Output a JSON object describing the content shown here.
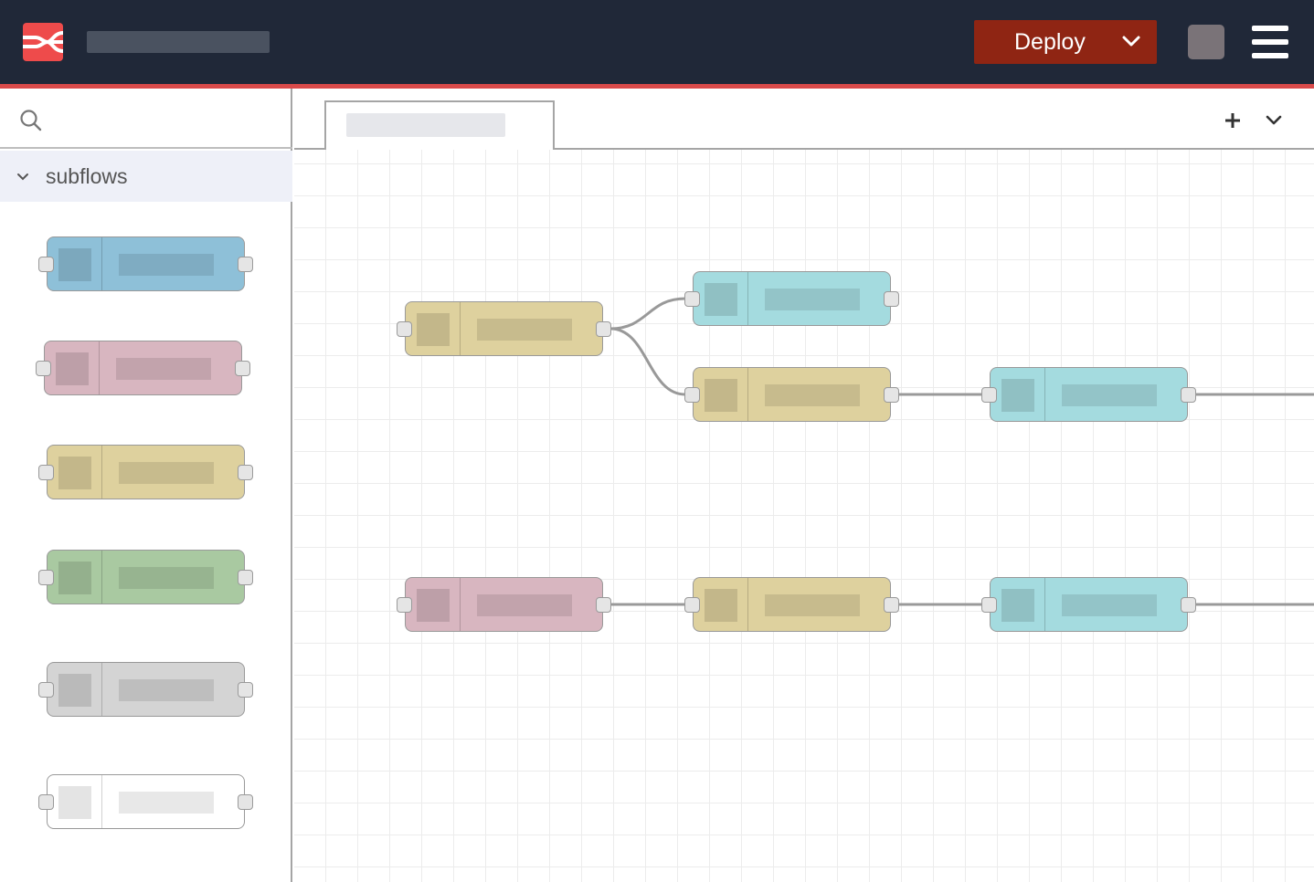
{
  "header": {
    "logo_icon": "node-red-logo-icon",
    "deploy_label": "Deploy",
    "deploy_caret_icon": "chevron-down-icon",
    "user_icon": "user-avatar-icon",
    "menu_icon": "hamburger-menu-icon"
  },
  "palette": {
    "search_icon": "search-icon",
    "category": {
      "label": "subflows",
      "chevron_icon": "chevron-down-icon"
    },
    "nodes": [
      {
        "color": "#8ec0d8"
      },
      {
        "color": "#d8b6c0"
      },
      {
        "color": "#ded19e"
      },
      {
        "color": "#a9c9a1"
      },
      {
        "color": "#d4d4d4"
      },
      {
        "color": "#ffffff"
      }
    ]
  },
  "workspace": {
    "add_tab_icon": "plus-icon",
    "tab_menu_icon": "chevron-down-icon"
  },
  "flow": {
    "colors": {
      "function": "#ded19e",
      "output": "#a4dbdf",
      "input": "#d8b6c0",
      "wire": "#999999"
    },
    "nodes": [
      {
        "id": "n1",
        "type": "function"
      },
      {
        "id": "n2",
        "type": "output"
      },
      {
        "id": "n3",
        "type": "function"
      },
      {
        "id": "n4",
        "type": "output"
      },
      {
        "id": "n5",
        "type": "input"
      },
      {
        "id": "n6",
        "type": "function"
      },
      {
        "id": "n7",
        "type": "output"
      }
    ],
    "wires": [
      [
        "n1",
        "n2"
      ],
      [
        "n1",
        "n3"
      ],
      [
        "n3",
        "n4"
      ],
      [
        "n5",
        "n6"
      ],
      [
        "n6",
        "n7"
      ]
    ]
  }
}
